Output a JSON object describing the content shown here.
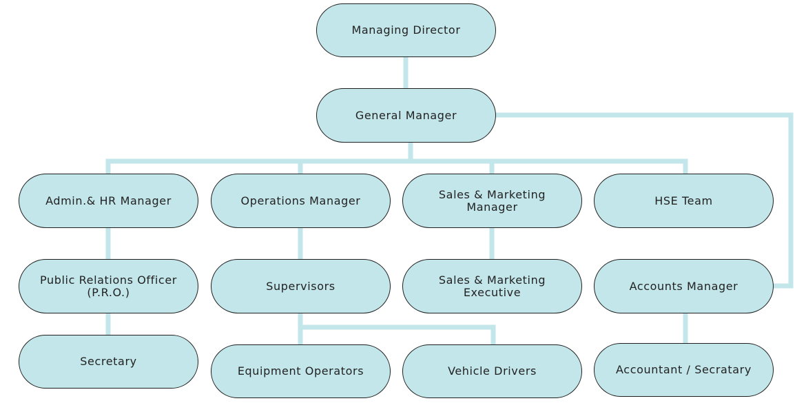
{
  "colors": {
    "node_fill": "#c3e6ea",
    "node_border": "#1f1f1f",
    "connector": "#c3e6ea"
  },
  "nodes": {
    "managing_director": "Managing Director",
    "general_manager": "General Manager",
    "admin_hr_manager": "Admin.& HR Manager",
    "operations_manager": "Operations Manager",
    "sales_marketing_manager": "Sales & Marketing\nManager",
    "hse_team": "HSE Team",
    "public_relations_officer": "Public Relations Officer\n(P.R.O.)",
    "supervisors": "Supervisors",
    "sales_marketing_executive": "Sales & Marketing\nExecutive",
    "accounts_manager": "Accounts Manager",
    "secretary": "Secretary",
    "equipment_operators": "Equipment Operators",
    "vehicle_drivers": "Vehicle Drivers",
    "accountant_secretary": "Accountant / Secratary"
  }
}
